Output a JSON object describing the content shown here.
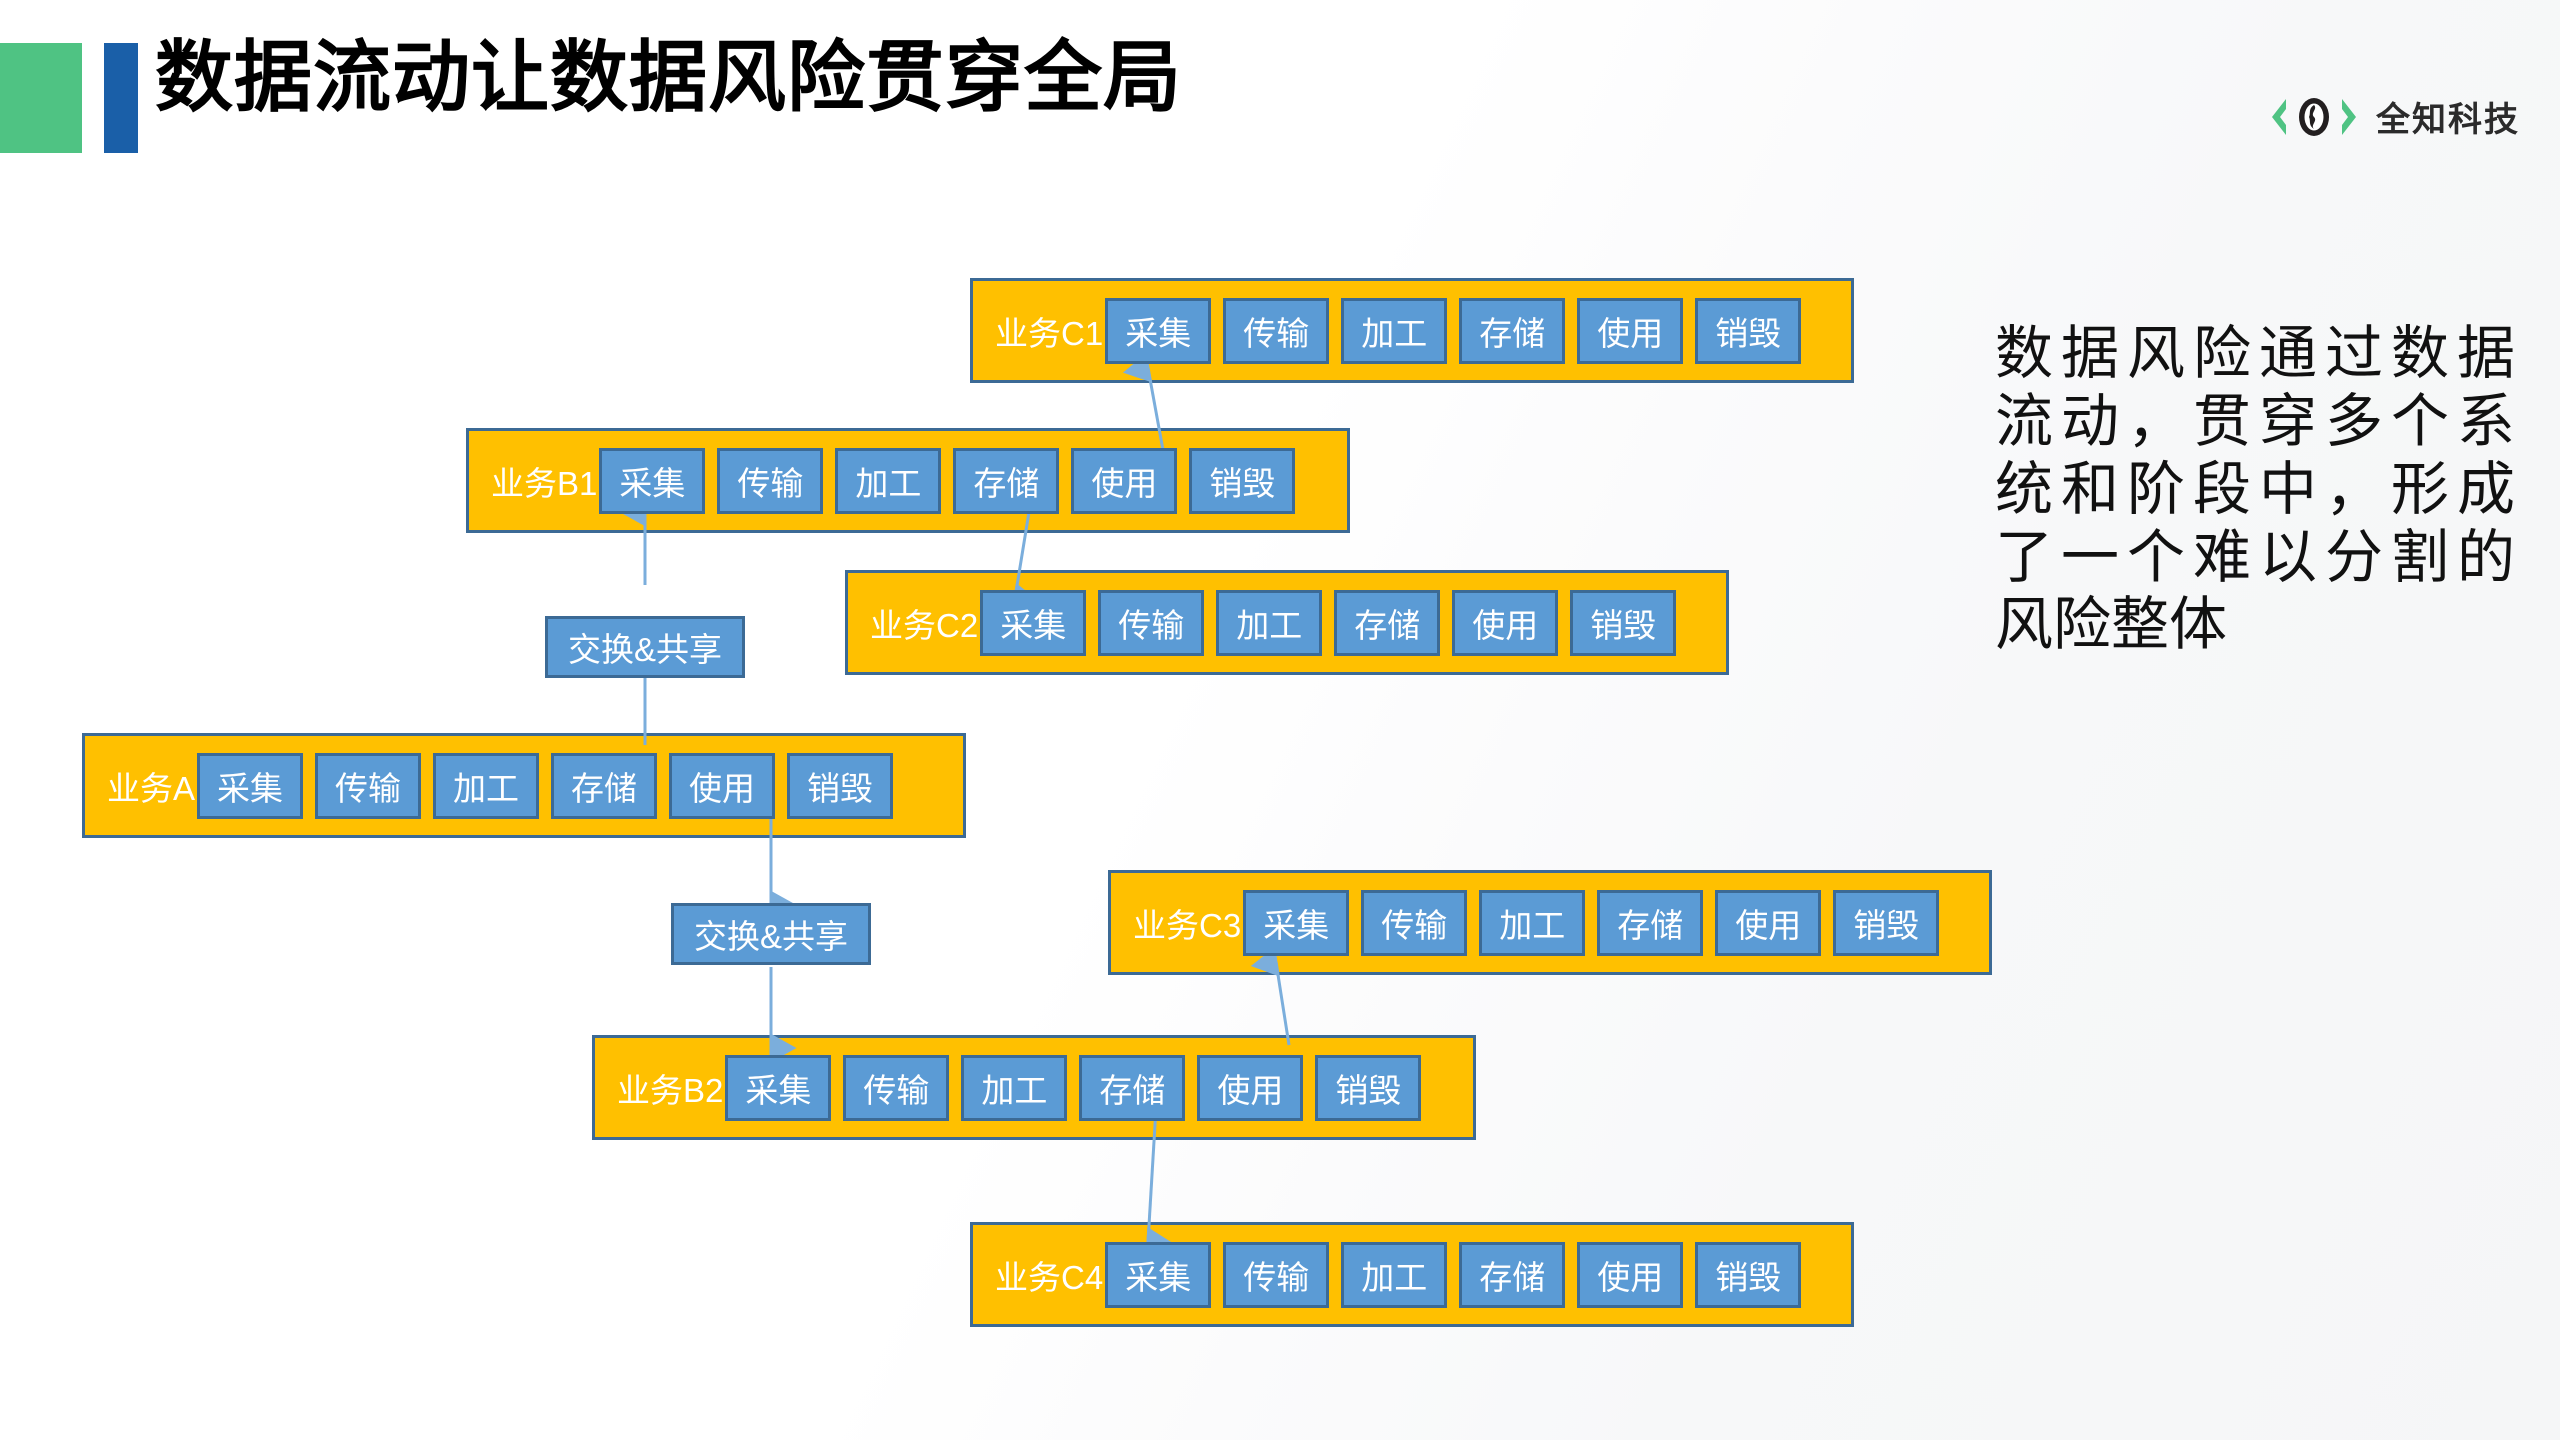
{
  "header": {
    "title": "数据流动让数据风险贯穿全局",
    "accent_green": "#4FC383",
    "accent_blue": "#1A5FA8"
  },
  "logo": {
    "name": "全知科技",
    "mark_color": "#4FC383",
    "mark_icon": "bracket-eye-logo-icon"
  },
  "note": {
    "text": "数据风险通过数据流动，贯穿多个系统和阶段中，形成了一个难以分割的风险整体"
  },
  "palette": {
    "container_fill": "#FFC000",
    "container_border": "#3C6A95",
    "stage_fill": "#5B9BD5",
    "stage_border": "#3C6A95",
    "connector": "#7BAEDC",
    "text_on_fill": "#FFFFFF"
  },
  "stage_names": [
    "采集",
    "传输",
    "加工",
    "存储",
    "使用",
    "销毁"
  ],
  "exchange_label": "交换&共享",
  "rows": [
    {
      "id": "C1",
      "label": "业务C1",
      "stages": [
        "采集",
        "传输",
        "加工",
        "存储",
        "使用",
        "销毁"
      ]
    },
    {
      "id": "B1",
      "label": "业务B1",
      "stages": [
        "采集",
        "传输",
        "加工",
        "存储",
        "使用",
        "销毁"
      ]
    },
    {
      "id": "C2",
      "label": "业务C2",
      "stages": [
        "采集",
        "传输",
        "加工",
        "存储",
        "使用",
        "销毁"
      ]
    },
    {
      "id": "A",
      "label": "业务A",
      "stages": [
        "采集",
        "传输",
        "加工",
        "存储",
        "使用",
        "销毁"
      ]
    },
    {
      "id": "C3",
      "label": "业务C3",
      "stages": [
        "采集",
        "传输",
        "加工",
        "存储",
        "使用",
        "销毁"
      ]
    },
    {
      "id": "B2",
      "label": "业务B2",
      "stages": [
        "采集",
        "传输",
        "加工",
        "存储",
        "使用",
        "销毁"
      ]
    },
    {
      "id": "C4",
      "label": "业务C4",
      "stages": [
        "采集",
        "传输",
        "加工",
        "存储",
        "使用",
        "销毁"
      ]
    }
  ],
  "exchanges": [
    {
      "id": "exch1",
      "label": "交换&共享"
    },
    {
      "id": "exch2",
      "label": "交换&共享"
    }
  ],
  "flows": [
    {
      "from": "A.存储",
      "to": "B1.采集",
      "via": "exch1"
    },
    {
      "from": "B1.使用",
      "to": "C1.采集"
    },
    {
      "from": "B1.存储",
      "to": "C2.采集"
    },
    {
      "from": "A.使用",
      "to": "B2.采集",
      "via": "exch2"
    },
    {
      "from": "B2.使用",
      "to": "C3.采集"
    },
    {
      "from": "B2.存储",
      "to": "C4.采集"
    }
  ]
}
